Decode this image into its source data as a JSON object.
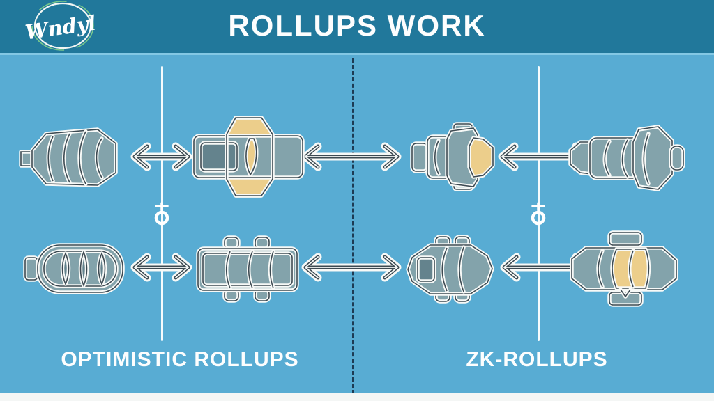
{
  "header": {
    "logo_text": "Wndyl",
    "title": "ROLLUPS WORK"
  },
  "sections": {
    "optimistic": {
      "label": "OPTIMISTIC ROLLUPS"
    },
    "zk": {
      "label": "ZK-ROLLUPS"
    }
  },
  "icons": {
    "lock": "lock-icon",
    "arrow": "two-way-arrow-icon",
    "logo": "brand-logo"
  },
  "diagram": {
    "divider": "dashed-vertical-divider",
    "left_panel": {
      "label_ref": "sections.optimistic.label",
      "row1_cars": [
        "fully-compressed-car",
        "expanded-car-yellow-roof"
      ],
      "row2_cars": [
        "rolled-cylinder-car",
        "boxy-expanded-car"
      ],
      "barrier": "white-line-with-lock"
    },
    "right_panel": {
      "label_ref": "sections.zk.label",
      "row1_cars": [
        "compressed-car-yellow-front",
        "stretched-car"
      ],
      "row2_cars": [
        "compact-rounded-car",
        "expanded-car-yellow-center"
      ],
      "barrier": "white-line-with-lock"
    }
  },
  "colors": {
    "header_bg": "#21789b",
    "body_bg": "#58acd3",
    "header_underline": "#8ed0e8",
    "car_fill": "#83a3ab",
    "car_shade": "#64838d",
    "car_yellow": "#ecce8b",
    "outline_white": "#f7f9f7",
    "outline_dark": "#3d4a52",
    "divider_dashed": "#1d3b54",
    "text_white": "#fdfefe",
    "bottom_strip": "#f4f6f5"
  }
}
